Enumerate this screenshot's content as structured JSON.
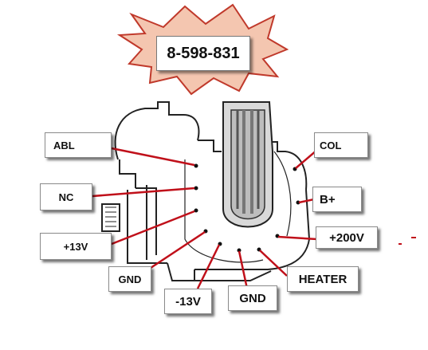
{
  "part_number": "8-598-831",
  "colors": {
    "starburst_fill": "#f4c6b0",
    "starburst_stroke": "#c0392b",
    "leader": "#c0101a",
    "pin": "#111111"
  },
  "labels": {
    "abl": "ABL",
    "nc": "NC",
    "plus13v": "+13V",
    "gnd_left": "GND",
    "minus13v": "-13V",
    "gnd_bottom": "GND",
    "heater": "HEATER",
    "plus200v": "+200V",
    "bplus": "B+",
    "col": "COL"
  }
}
